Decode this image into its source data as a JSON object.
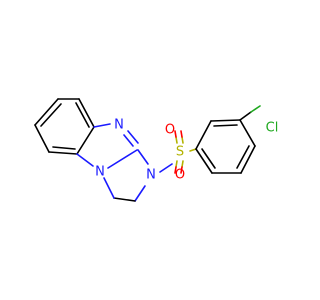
{
  "molecule": {
    "atoms": {
      "n_upper": "N",
      "n_left": "N",
      "n_right": "N",
      "sulfur": "S",
      "oxygen_top": "O",
      "oxygen_bottom": "O",
      "chlorine": "Cl"
    },
    "colors": {
      "nitrogen": "#1a1aff",
      "sulfur": "#b3b300",
      "oxygen": "#ff0000",
      "chlorine": "#1fa81f",
      "carbon_bond": "#000000",
      "background": "#ffffff"
    }
  }
}
